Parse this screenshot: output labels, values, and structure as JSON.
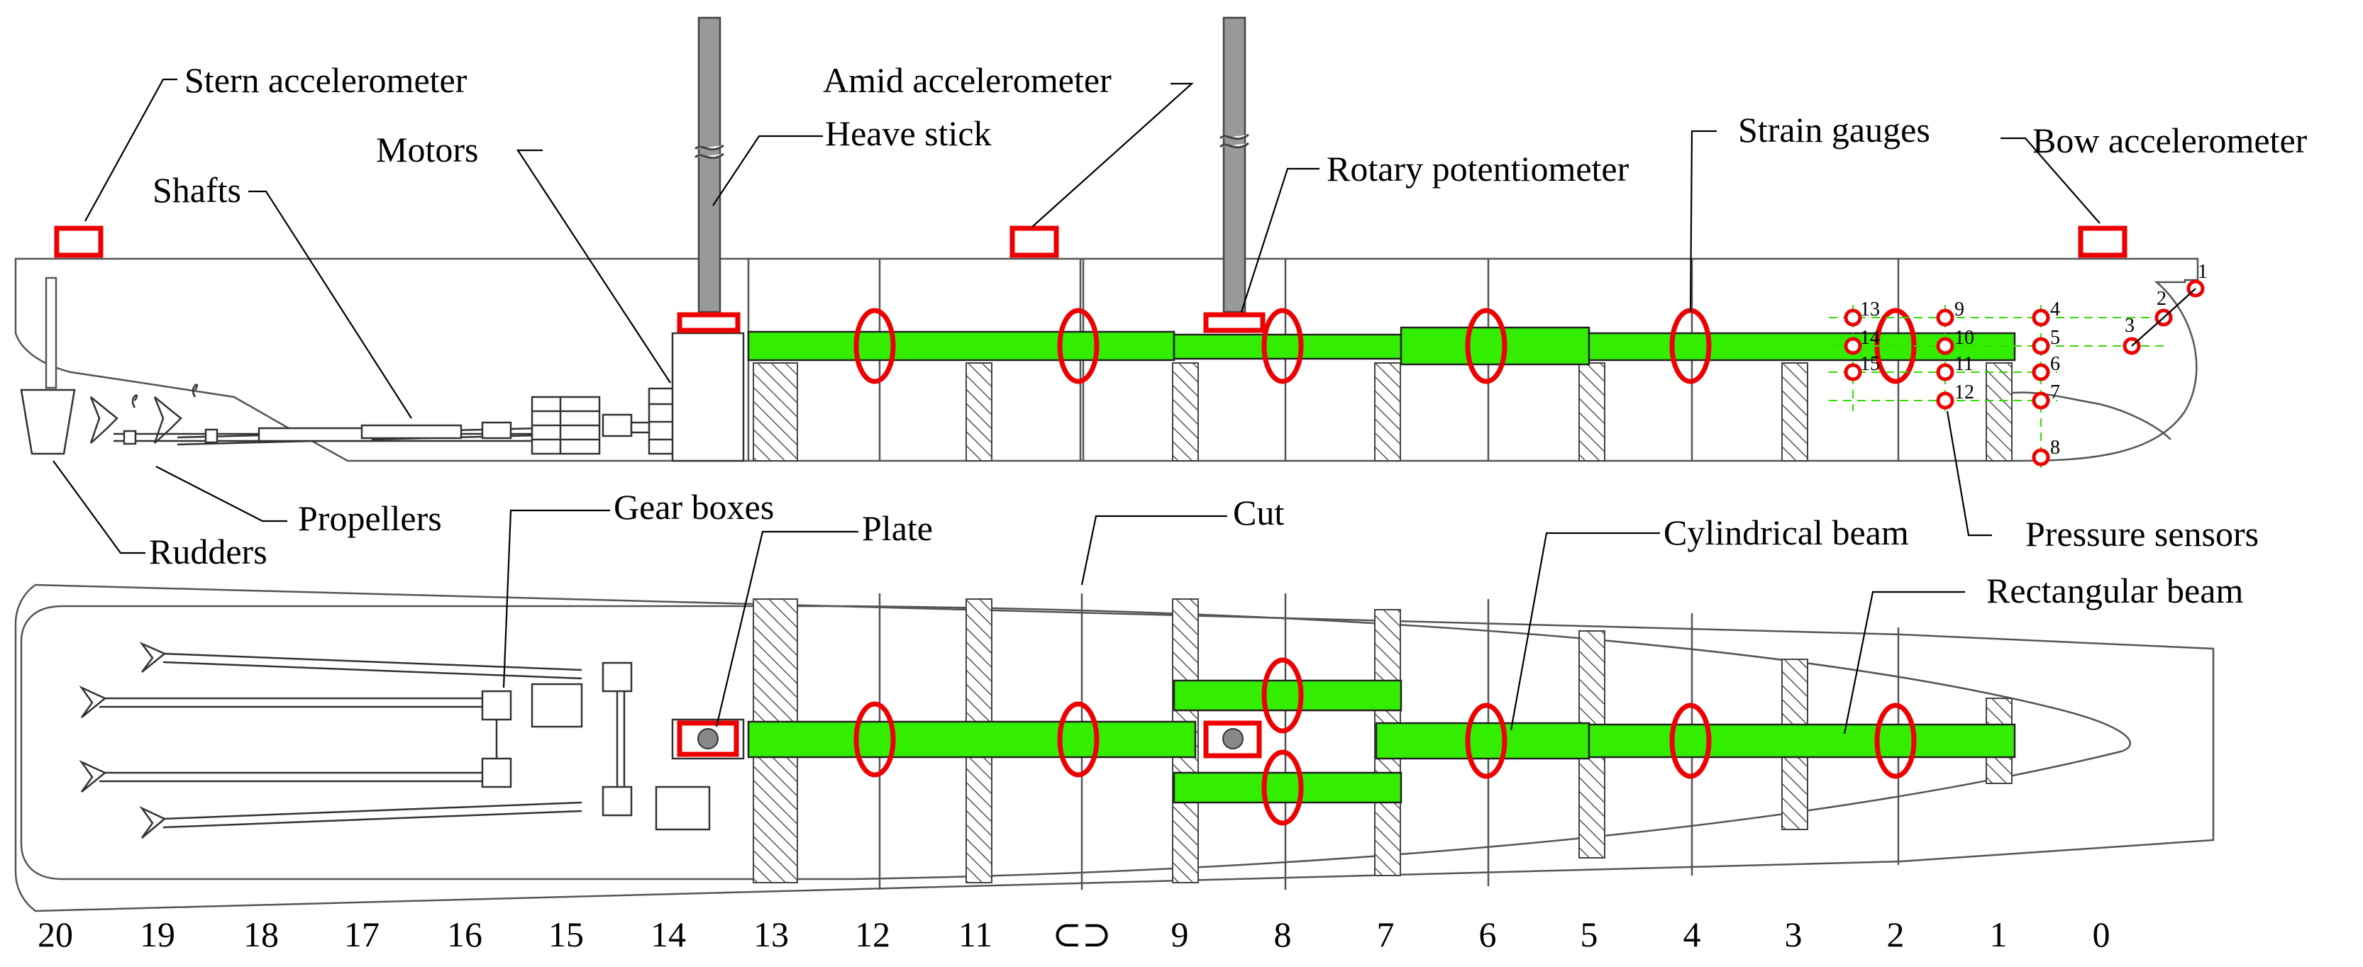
{
  "labels": {
    "stern_accelerometer": "Stern accelerometer",
    "amid_accelerometer": "Amid accelerometer",
    "heave_stick": "Heave stick",
    "motors": "Motors",
    "shafts": "Shafts",
    "rotary_potentiometer": "Rotary potentiometer",
    "strain_gauges": "Strain gauges",
    "bow_accelerometer": "Bow accelerometer",
    "rudders": "Rudders",
    "propellers": "Propellers",
    "pressure_sensors": "Pressure sensors",
    "gear_boxes": "Gear boxes",
    "plate": "Plate",
    "cut": "Cut",
    "cylindrical_beam": "Cylindrical beam",
    "rectangular_beam": "Rectangular beam"
  },
  "stations": [
    "20",
    "19",
    "18",
    "17",
    "16",
    "15",
    "14",
    "13",
    "12",
    "11",
    "⊂⊃",
    "9",
    "8",
    "7",
    "6",
    "5",
    "4",
    "3",
    "2",
    "1",
    "0"
  ],
  "pressure_sensor_numbers": [
    "1",
    "2",
    "3",
    "4",
    "5",
    "6",
    "7",
    "8",
    "9",
    "10",
    "11",
    "12",
    "13",
    "14",
    "15"
  ],
  "colors": {
    "beam": "#33ee00",
    "sensor": "#ee0000",
    "hull": "#555555"
  }
}
